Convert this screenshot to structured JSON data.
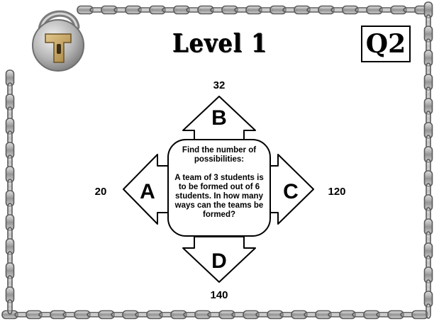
{
  "title": "Level 1",
  "question_number": "Q2",
  "question": {
    "prompt": "Find the number of possibilities:",
    "body": "A team of 3 students is to be formed out of 6 students. In how many ways can the teams be formed?"
  },
  "answers": {
    "A": {
      "letter": "A",
      "value": "20"
    },
    "B": {
      "letter": "B",
      "value": "32"
    },
    "C": {
      "letter": "C",
      "value": "120"
    },
    "D": {
      "letter": "D",
      "value": "140"
    }
  },
  "icons": {
    "frame": "chain-border",
    "lock": "padlock-icon"
  },
  "colors": {
    "background": "#ffffff",
    "ink": "#000000",
    "chain": "#8a8a8a",
    "lock_body": "#b8b8b8",
    "lock_plate": "#c9a86a"
  }
}
